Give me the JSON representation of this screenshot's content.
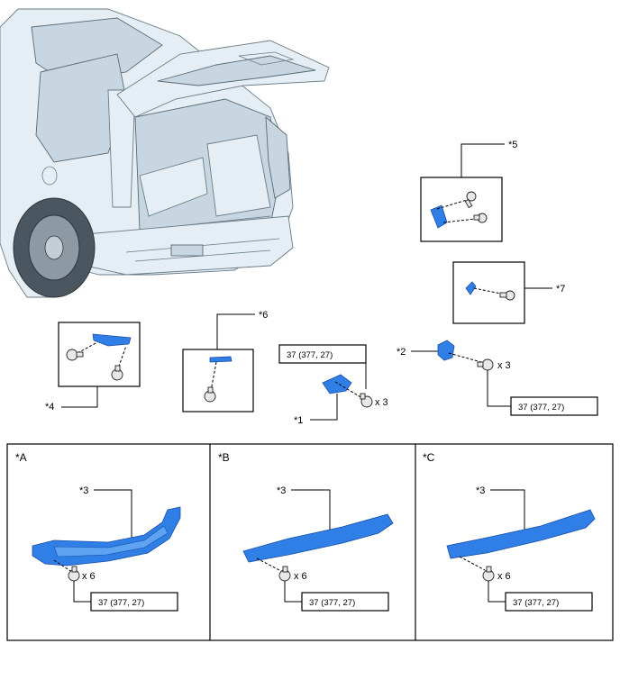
{
  "callouts": {
    "c1": "*1",
    "c2": "*2",
    "c4": "*4",
    "c5": "*5",
    "c6": "*6",
    "c7": "*7"
  },
  "torque": {
    "main_left": "37 (377, 27)",
    "main_right": "37 (377, 27)",
    "panel_a": "37 (377, 27)",
    "panel_b": "37 (377, 27)",
    "panel_c": "37 (377, 27)"
  },
  "quantities": {
    "q1": "x 3",
    "q2": "x 3",
    "qa": "x 6",
    "qb": "x 6",
    "qc": "x 6"
  },
  "panels": {
    "a": {
      "label": "*A",
      "part": "*3"
    },
    "b": {
      "label": "*B",
      "part": "*3"
    },
    "c": {
      "label": "*C",
      "part": "*3"
    }
  },
  "colors": {
    "part_blue": "#2f7fe6",
    "vehicle": "#e4eef4"
  }
}
